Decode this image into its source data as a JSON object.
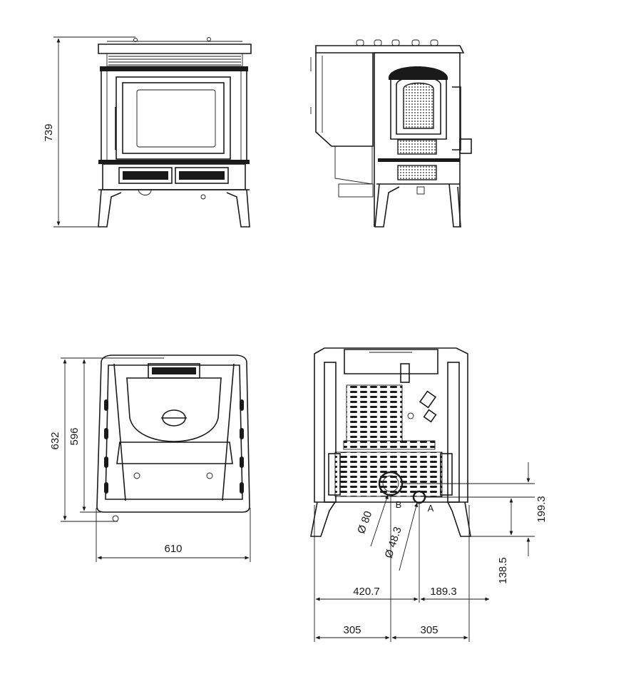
{
  "dimensions": {
    "height_total": "739",
    "depth_total": "632",
    "depth_body": "596",
    "width_total": "610",
    "offset_a": "420.7",
    "offset_b": "189.3",
    "half_left": "305",
    "half_right": "305",
    "height_upper": "199.3",
    "height_lower": "138.5",
    "diameter_b": "Ø 80",
    "diameter_a": "Ø 48.3"
  },
  "labels": {
    "outlet_b": "B",
    "inlet_a": "A"
  }
}
